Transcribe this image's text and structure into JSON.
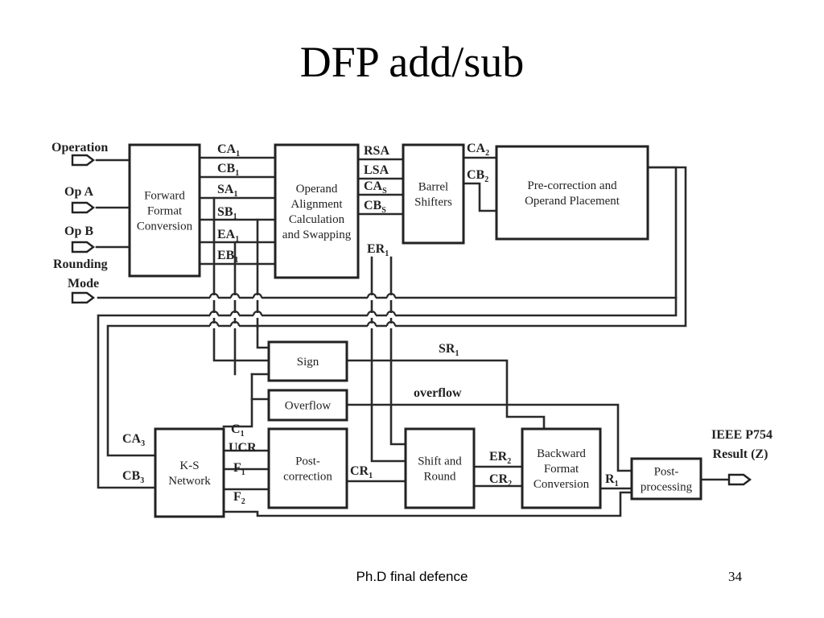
{
  "slide": {
    "title": "DFP add/sub",
    "footer_text": "Ph.D final defence",
    "page_number": "34"
  },
  "diagram": {
    "inputs": {
      "operation": "Operation",
      "op_a": "Op A",
      "op_b": "Op B",
      "rounding": "Rounding",
      "mode": "Mode"
    },
    "blocks": {
      "forward_format": [
        "Forward",
        "Format",
        "Conversion"
      ],
      "operand_alignment": [
        "Operand",
        "Alignment",
        "Calculation",
        "and Swapping"
      ],
      "barrel_shifters": [
        "Barrel",
        "Shifters"
      ],
      "precorrection": [
        "Pre-correction and",
        "Operand Placement"
      ],
      "sign": [
        "Sign"
      ],
      "overflow": [
        "Overflow"
      ],
      "ks_network": [
        "K-S",
        "Network"
      ],
      "post_correction": [
        "Post-",
        "correction"
      ],
      "shift_round": [
        "Shift and",
        "Round"
      ],
      "backward_format": [
        "Backward",
        "Format",
        "Conversion"
      ],
      "post_processing": [
        "Post-",
        "processing"
      ]
    },
    "signals": {
      "ca1": [
        "CA",
        "1"
      ],
      "cb1": [
        "CB",
        "1"
      ],
      "sa1": [
        "SA",
        "1"
      ],
      "sb1": [
        "SB",
        "1"
      ],
      "ea1": [
        "EA",
        "1"
      ],
      "eb1": [
        "EB",
        "1"
      ],
      "rsa": [
        "RSA",
        ""
      ],
      "lsa": [
        "LSA",
        ""
      ],
      "cas": [
        "CA",
        "S"
      ],
      "cbs": [
        "CB",
        "S"
      ],
      "ca2": [
        "CA",
        "2"
      ],
      "cb2": [
        "CB",
        "2"
      ],
      "er1": [
        "ER",
        "1"
      ],
      "sr1": [
        "SR",
        "1"
      ],
      "overflow": [
        "overflow",
        ""
      ],
      "ca3": [
        "CA",
        "3"
      ],
      "cb3": [
        "CB",
        "3"
      ],
      "c1": [
        "C",
        "1"
      ],
      "ucr": [
        "UCR",
        ""
      ],
      "f1": [
        "F",
        "1"
      ],
      "f2": [
        "F",
        "2"
      ],
      "cr1": [
        "CR",
        "1"
      ],
      "er2": [
        "ER",
        "2"
      ],
      "cr2": [
        "CR",
        "2"
      ],
      "r1": [
        "R",
        "1"
      ]
    },
    "output": {
      "line1": "IEEE P754",
      "line2": "Result (Z)"
    }
  }
}
